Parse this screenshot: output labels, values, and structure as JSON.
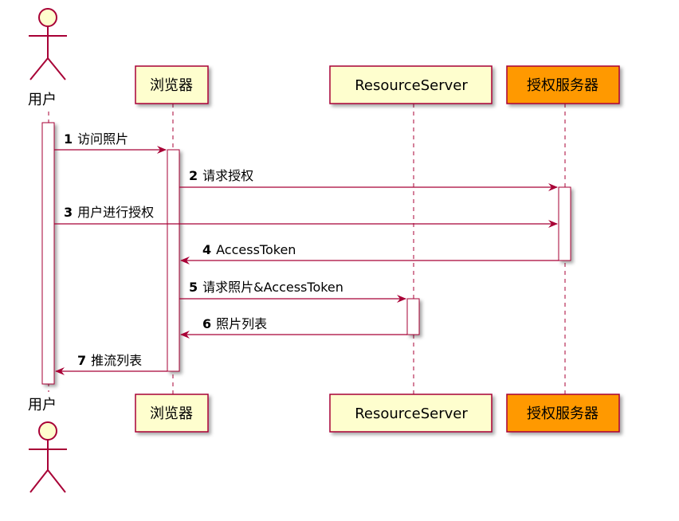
{
  "participants": {
    "user": {
      "label": "用户"
    },
    "browser": {
      "label": "浏览器"
    },
    "resource_server": {
      "label": "ResourceServer"
    },
    "auth_server": {
      "label": "授权服务器"
    }
  },
  "messages": [
    {
      "num": "1",
      "text": "访问照片"
    },
    {
      "num": "2",
      "text": "请求授权"
    },
    {
      "num": "3",
      "text": "用户进行授权"
    },
    {
      "num": "4",
      "text": "AccessToken"
    },
    {
      "num": "5",
      "text": "请求照片&AccessToken"
    },
    {
      "num": "6",
      "text": "照片列表"
    },
    {
      "num": "7",
      "text": "推流列表"
    }
  ],
  "colors": {
    "line": "#A80036",
    "participant_fill": "#FEFECE",
    "highlight_fill": "#FF9900",
    "actor_fill": "#FEFECE"
  }
}
